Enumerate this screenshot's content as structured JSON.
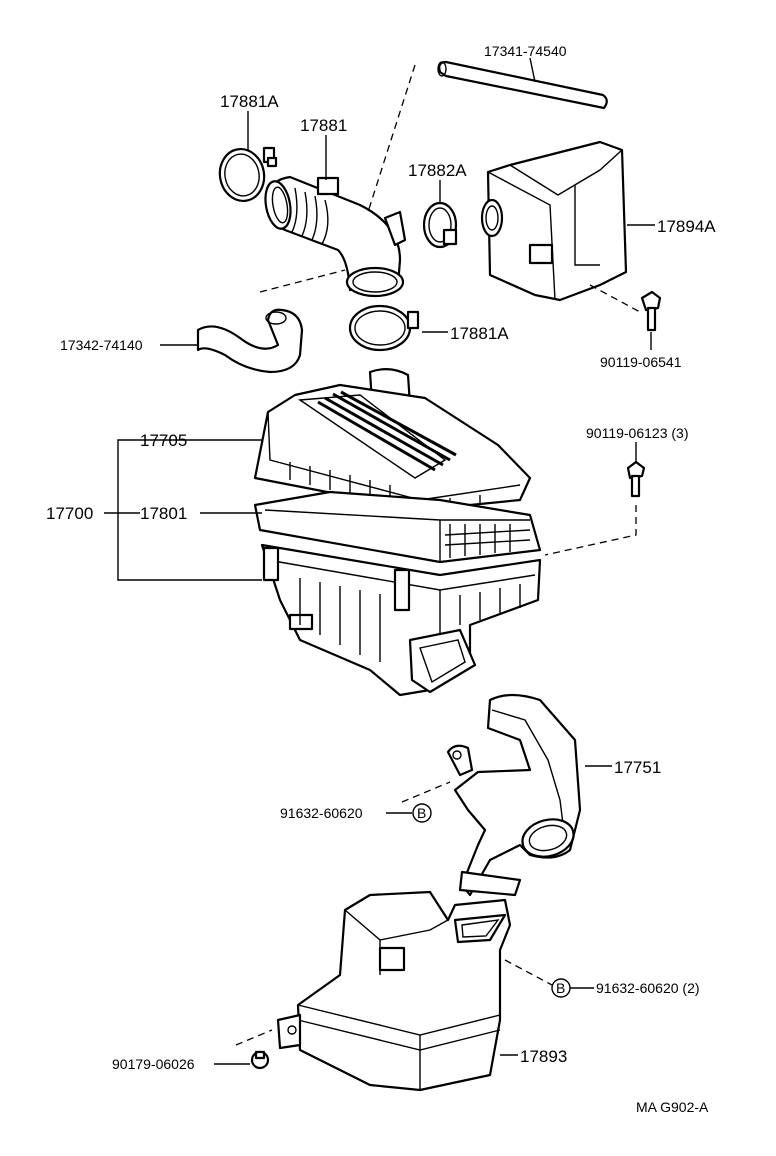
{
  "labels": {
    "hose_17341": "17341-74540",
    "clamp_17881A_top": "17881A",
    "hose_17881": "17881",
    "clamp_17882A": "17882A",
    "resonator_17894A": "17894A",
    "hose_17342": "17342-74140",
    "clamp_17881A_bottom": "17881A",
    "bolt_90119_06541": "90119-06541",
    "cap_17705": "17705",
    "element_17801": "17801",
    "assembly_17700": "17700",
    "bolt_90119_06123": "90119-06123 (3)",
    "inlet_17751": "17751",
    "clip_91632_60620_left": "91632-60620",
    "clip_91632_60620_right": "91632-60620 (2)",
    "marker_b": "B",
    "resonator_17893": "17893",
    "clip_90179_06026": "90179-06026",
    "diagram_code": "MA G902-A"
  }
}
